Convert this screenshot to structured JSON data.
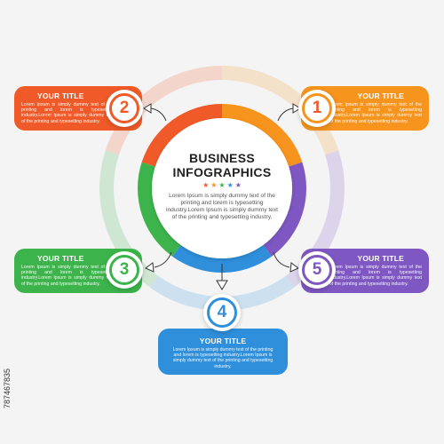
{
  "center": {
    "title_line1": "BUSINESS",
    "title_line2": "INFOGRAPHICS",
    "body": "Lorem Ipsum is simply dummy text of the printing and lorem is typesetting industry.Lorem Ipsum is simply dummy text of the printing and typesetting industry."
  },
  "stars": {
    "glyph": "★",
    "colors": [
      "#f05a28",
      "#f7941d",
      "#3cb44b",
      "#2f8fdb",
      "#7e57c2"
    ]
  },
  "steps": [
    {
      "number": "1",
      "title": "YOUR TITLE",
      "body": "Lorem Ipsum is simply dummy text of the printing and lorem is typesetting industry.Lorem Ipsum is simply dummy text of the printing and typesetting industry.",
      "color": "#f7941d"
    },
    {
      "number": "2",
      "title": "YOUR TITLE",
      "body": "Lorem Ipsum is simply dummy text of the printing and lorem is typesetting industry.Lorem Ipsum is simply dummy text of the printing and typesetting industry.",
      "color": "#f05a28"
    },
    {
      "number": "3",
      "title": "YOUR TITLE",
      "body": "Lorem Ipsum is simply dummy text of the printing and lorem is typesetting industry.Lorem Ipsum is simply dummy text of the printing and typesetting industry.",
      "color": "#3cb44b"
    },
    {
      "number": "4",
      "title": "YOUR TITLE",
      "body": "Lorem Ipsum is simply dummy text of the printing and lorem is typesetting industry.Lorem Ipsum is simply dummy text of the printing and typesetting industry.",
      "color": "#2f8fdb"
    },
    {
      "number": "5",
      "title": "YOUR TITLE",
      "body": "Lorem Ipsum is simply dummy text of the printing and lorem is typesetting industry.Lorem Ipsum is simply dummy text of the printing and typesetting industry.",
      "color": "#7e57c2"
    }
  ],
  "watermark": {
    "id_text": "787467835"
  }
}
